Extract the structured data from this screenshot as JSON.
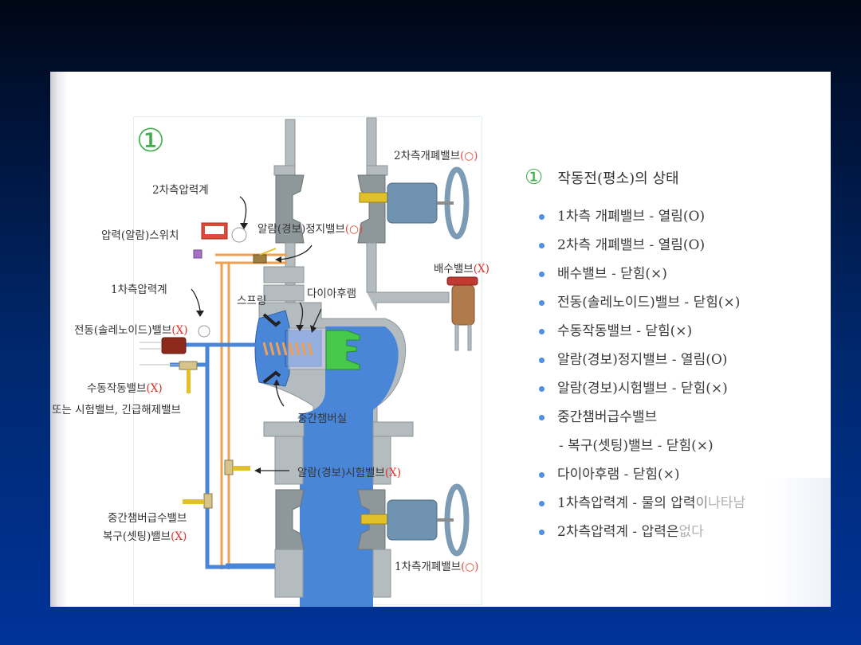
{
  "slide": {
    "background_colors": {
      "top": "#000614",
      "bottom": "#003399"
    }
  },
  "diagram": {
    "step_number": "①",
    "labels": {
      "secondary_open_close_valve": {
        "text": "2차측개폐밸브",
        "mark": "(○)"
      },
      "secondary_pressure_gauge": {
        "text": "2차측압력계"
      },
      "pressure_alarm_switch": {
        "text": "압력(알람)스위치"
      },
      "alarm_stop_valve": {
        "text": "알람(경보)정지밸브",
        "mark": "(○)"
      },
      "drain_valve": {
        "text": "배수밸브",
        "mark": "(X)"
      },
      "primary_pressure_gauge": {
        "text": "1차측압력계"
      },
      "spring": {
        "text": "스프링"
      },
      "diaphragm": {
        "text": "다이아후램"
      },
      "solenoid_valve": {
        "text": "전동(솔레노이드)밸브",
        "mark": "(X)"
      },
      "manual_valve": {
        "text": "수동작동밸브",
        "mark": "(X)"
      },
      "manual_valve_alt": {
        "text": "또는 시험밸브, 긴급해제밸브"
      },
      "intermediate_chamber": {
        "text": "중간챔버실"
      },
      "alarm_test_valve": {
        "text": "알람(경보)시험밸브",
        "mark": "(X)"
      },
      "chamber_supply_valve_line1": {
        "text": "중간챔버급수밸브"
      },
      "chamber_supply_valve_line2": {
        "text": "복구(셋팅)밸브",
        "mark": "(X)"
      },
      "primary_open_close_valve": {
        "text": "1차측개폐밸브",
        "mark": "(○)"
      }
    },
    "colors": {
      "water": "#4a86d8",
      "body_gray": "#a9b3b6",
      "pipe_orange": "#f0a050",
      "diaphragm_green": "#46c84a",
      "valve_blue_gray": "#6f93b0",
      "brass": "#b07a4a",
      "open_mark": "#e04a3a",
      "closed_mark": "#e0302a"
    }
  },
  "status_list": {
    "step_number": "①",
    "title": "작동전(평소)의 상태",
    "items": [
      {
        "text": "1차측 개폐밸브 - 열림(O)"
      },
      {
        "text": "2차측 개폐밸브 - 열림(O)"
      },
      {
        "text": "배수밸브 - 닫힘(×)"
      },
      {
        "text": "전동(솔레노이드)밸브 - 닫힘(×)"
      },
      {
        "text": "수동작동밸브 - 닫힘(×)"
      },
      {
        "text": "알람(경보)정지밸브 - 열림(O)"
      },
      {
        "text": "알람(경보)시험밸브 - 닫힘(×)"
      },
      {
        "text": "중간챔버급수밸브"
      },
      {
        "text": "- 복구(셋팅)밸브 - 닫힘(×)"
      },
      {
        "text": "다이아후램 - 닫힘(×)"
      },
      {
        "text_main": "1차측압력계 - 물의 압력",
        "text_fade": "이 ",
        "text_fade2": "나타남"
      },
      {
        "text_main": "2차측압력계 - 압력은 ",
        "text_fade2": "없다"
      }
    ],
    "bullet_color": "#4d8fe0"
  }
}
